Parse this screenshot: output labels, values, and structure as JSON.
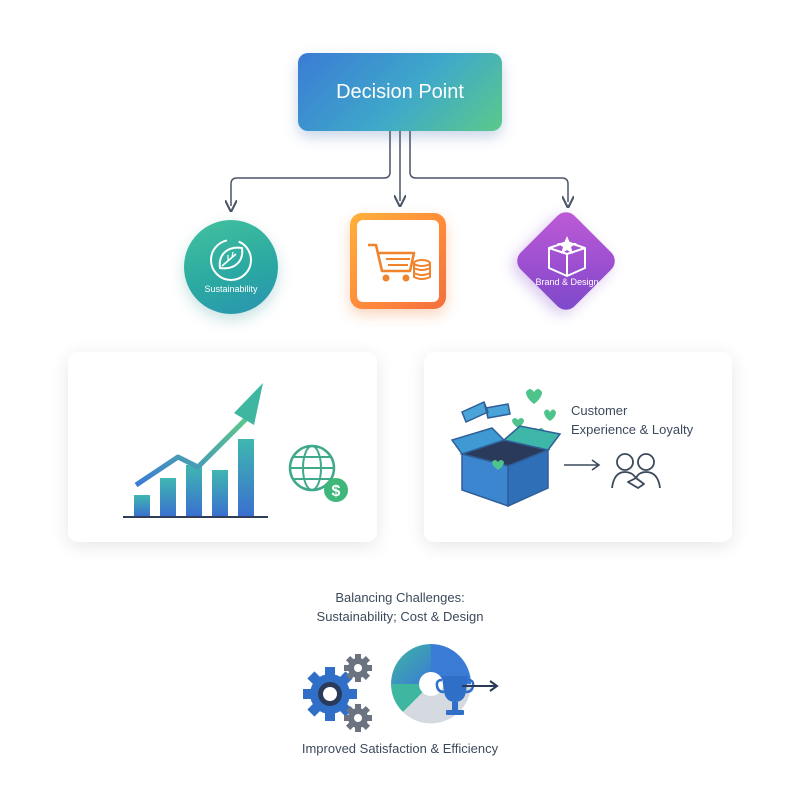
{
  "decision": {
    "label": "Decision Point"
  },
  "options": [
    {
      "label": "Sustainability",
      "icon": "leaf-icon"
    },
    {
      "label": "",
      "icon": "cart-coins-icon"
    },
    {
      "label": "Brand & Design",
      "icon": "gift-box-star-icon"
    }
  ],
  "cards": {
    "left": {
      "icons": [
        "bar-chart-growth-icon",
        "globe-dollar-icon"
      ]
    },
    "right": {
      "title_line1": "Customer",
      "title_line2": "Experience & Loyalty",
      "icons": [
        "open-gift-box-hearts-icon",
        "arrow-right-icon",
        "people-handshake-icon"
      ]
    }
  },
  "balance": {
    "line1": "Balancing Challenges:",
    "line2": "Sustainability; Cost & Design"
  },
  "outcome": {
    "label": "Improved Satisfaction & Efficiency",
    "icons": [
      "gears-icon",
      "pie-chart-icon",
      "trophy-icon"
    ]
  },
  "colors": {
    "blue": "#3a7bd5",
    "teal": "#2aa7a2",
    "green": "#5cc98a",
    "orange": "#ff8a3a",
    "purple": "#9b4fd0",
    "text": "#3c4a5c",
    "connector": "#4a5566"
  }
}
